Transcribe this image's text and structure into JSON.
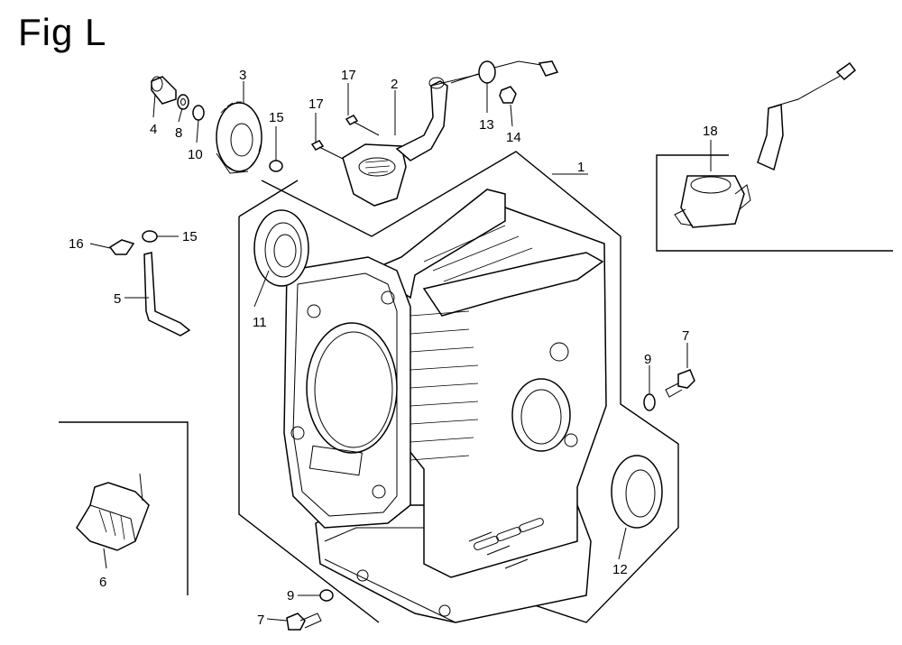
{
  "figure": {
    "title": "Fig L"
  },
  "callouts": [
    {
      "id": "c1",
      "text": "1"
    },
    {
      "id": "c2",
      "text": "2"
    },
    {
      "id": "c3",
      "text": "3"
    },
    {
      "id": "c4",
      "text": "4"
    },
    {
      "id": "c5",
      "text": "5"
    },
    {
      "id": "c6",
      "text": "6"
    },
    {
      "id": "c7a",
      "text": "7"
    },
    {
      "id": "c7b",
      "text": "7"
    },
    {
      "id": "c8",
      "text": "8"
    },
    {
      "id": "c9a",
      "text": "9"
    },
    {
      "id": "c9b",
      "text": "9"
    },
    {
      "id": "c10",
      "text": "10"
    },
    {
      "id": "c11",
      "text": "11"
    },
    {
      "id": "c12",
      "text": "12"
    },
    {
      "id": "c13",
      "text": "13"
    },
    {
      "id": "c14",
      "text": "14"
    },
    {
      "id": "c15a",
      "text": "15"
    },
    {
      "id": "c15b",
      "text": "15"
    },
    {
      "id": "c16",
      "text": "16"
    },
    {
      "id": "c17a",
      "text": "17"
    },
    {
      "id": "c17b",
      "text": "17"
    },
    {
      "id": "c18",
      "text": "18"
    }
  ]
}
